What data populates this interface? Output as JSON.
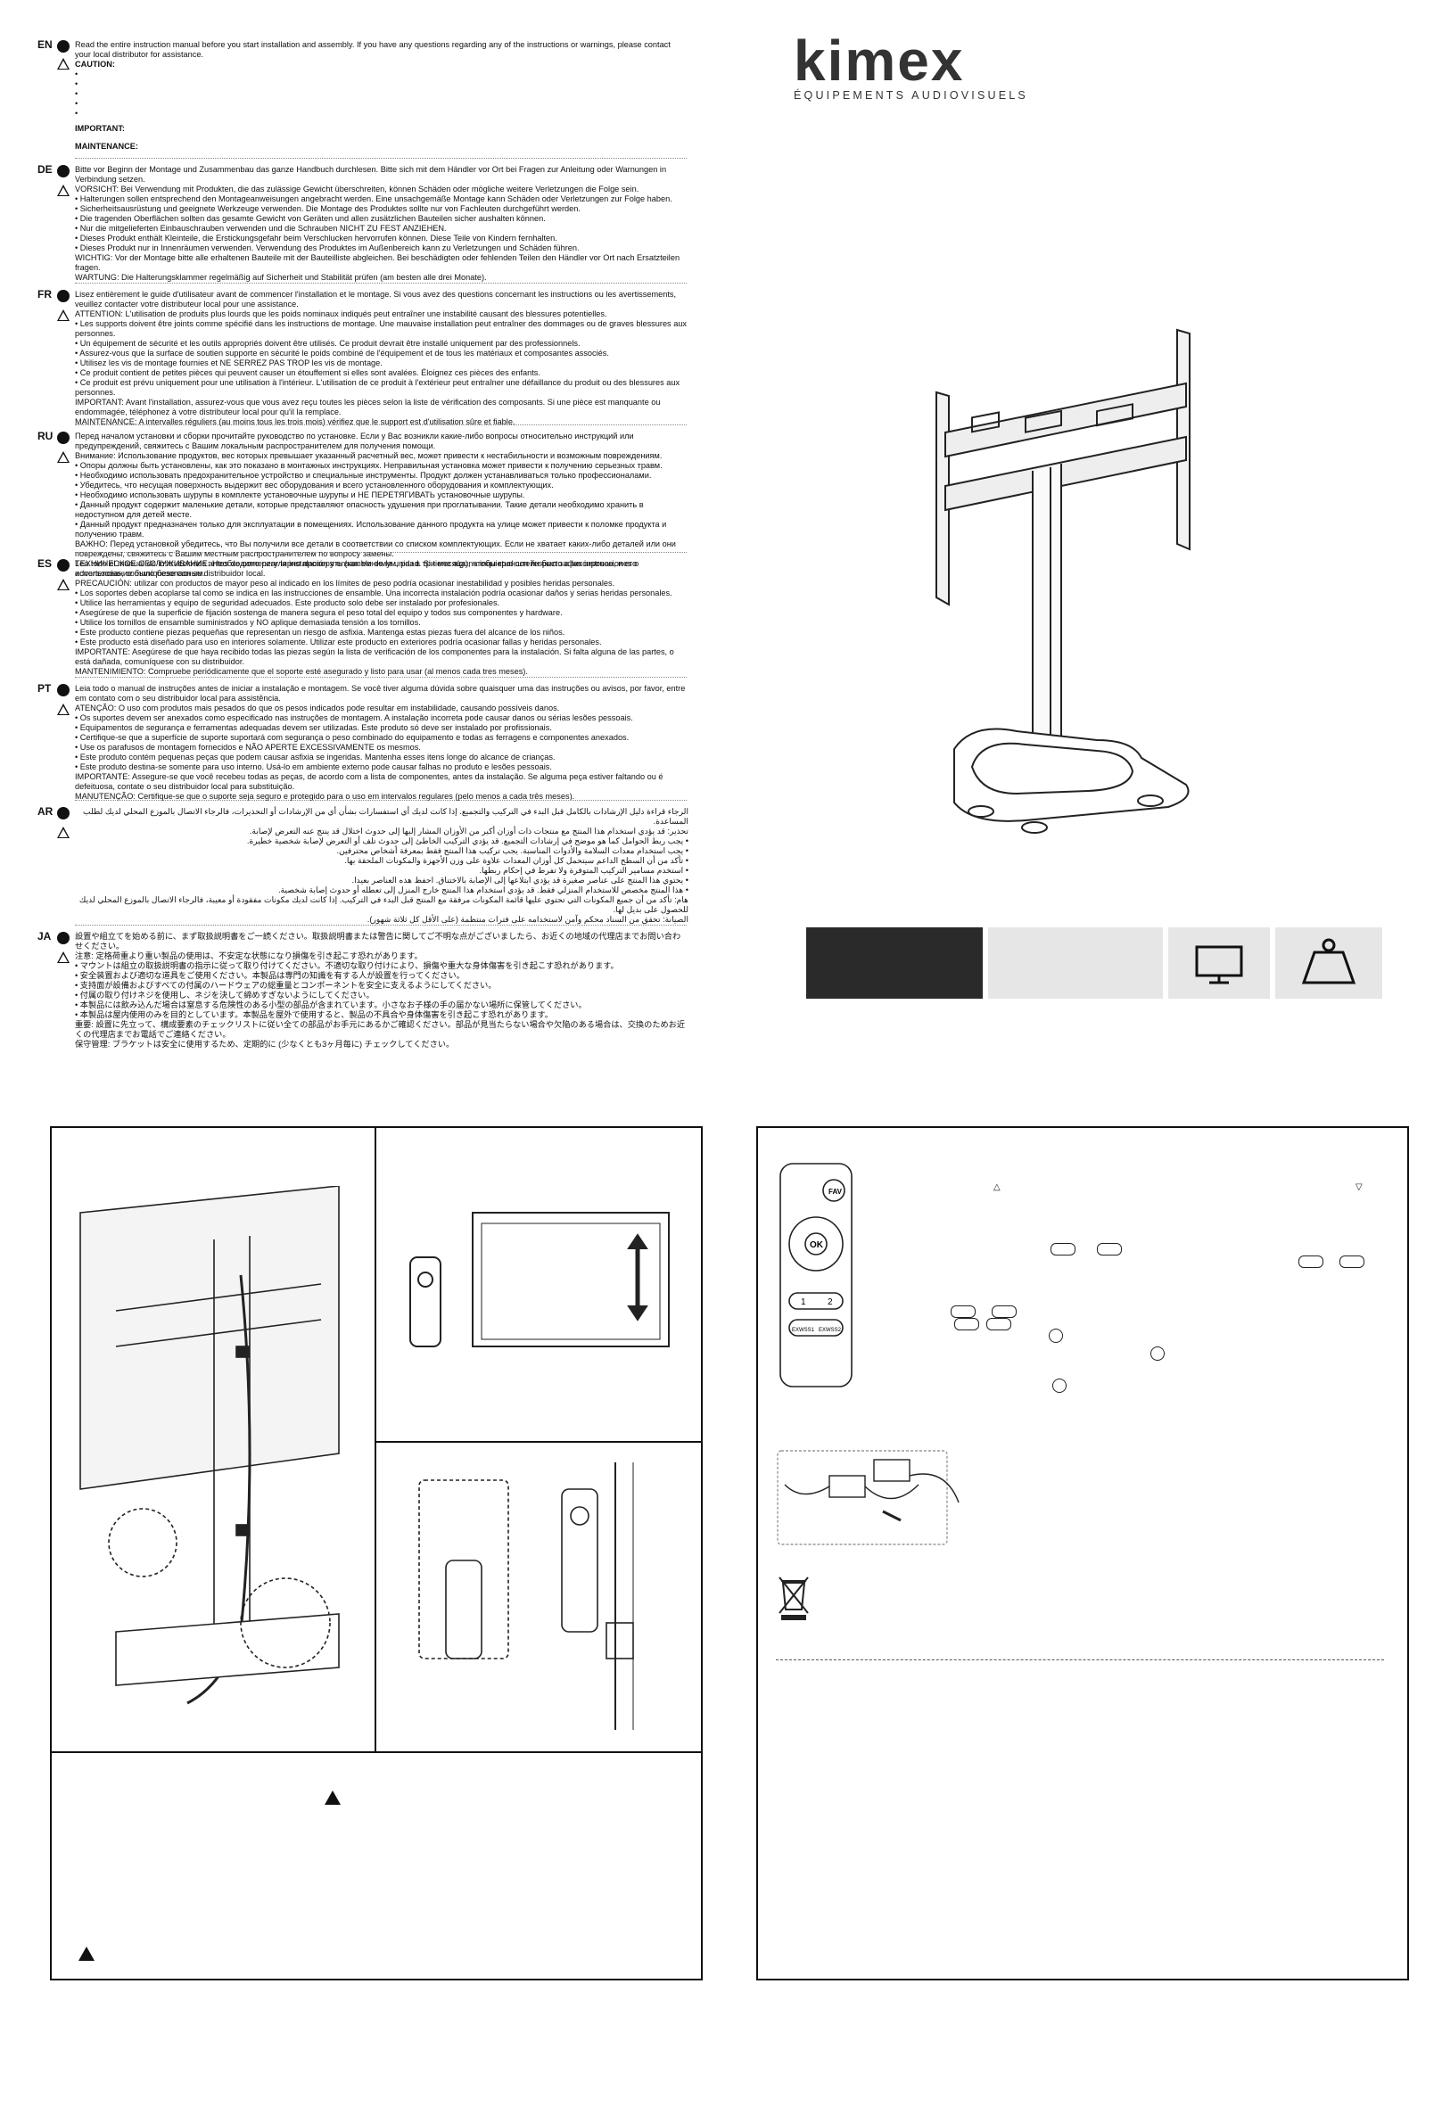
{
  "brand": {
    "name": "kimex",
    "tagline": "ÉQUIPEMENTS AUDIOVISUELS",
    "color": "#333333"
  },
  "sections": [
    {
      "code": "EN",
      "lines": [
        "Read the entire instruction manual before you start installation and assembly. If you have any questions regarding any of the instructions or warnings, please contact your local distributor for assistance.",
        "CAUTION:",
        "•",
        "•",
        "•",
        "•",
        "•",
        "IMPORTANT:",
        "MAINTENANCE:"
      ]
    },
    {
      "code": "DE",
      "lines": [
        "Bitte vor Beginn der Montage und Zusammenbau das ganze Handbuch durchlesen. Bitte sich mit dem Händler vor Ort bei Fragen zur Anleitung oder Warnungen in Verbindung setzen.",
        "VORSICHT: Bei Verwendung mit Produkten, die das zulässige Gewicht überschreiten, können Schäden oder mögliche weitere Verletzungen die Folge sein.",
        "• Halterungen sollen entsprechend den Montageanweisungen angebracht werden. Eine unsachgemäße Montage kann Schäden oder Verletzungen zur Folge haben.",
        "• Sicherheitsausrüstung und geeignete Werkzeuge verwenden. Die Montage des Produktes sollte nur von Fachleuten durchgeführt werden.",
        "• Die tragenden Oberflächen sollten das gesamte Gewicht von Geräten und allen zusätzlichen Bauteilen sicher aushalten können.",
        "• Nur die mitgelieferten Einbauschrauben verwenden und die Schrauben NICHT ZU FEST ANZIEHEN.",
        "• Dieses Produkt enthält Kleinteile, die Erstickungsgefahr beim Verschlucken hervorrufen können. Diese Teile von Kindern fernhalten.",
        "• Dieses Produkt nur in Innenräumen verwenden. Verwendung des Produktes im Außenbereich kann zu Verletzungen und Schäden führen.",
        "WICHTIG: Vor der Montage bitte alle erhaltenen Bauteile mit der Bauteilliste abgleichen. Bei beschädigten oder fehlenden Teilen den Händler vor Ort nach Ersatzteilen fragen.",
        "WARTUNG: Die Halterungsklammer regelmäßig auf Sicherheit und Stabilität prüfen (am besten alle drei Monate)."
      ]
    },
    {
      "code": "FR",
      "lines": [
        "Lisez entièrement le guide d'utilisateur avant de commencer l'installation et le montage. Si vous avez des questions concernant les instructions ou les avertissements, veuillez contacter votre distributeur local pour une assistance.",
        "ATTENTION: L'utilisation de produits plus lourds que les poids nominaux indiqués peut entraîner une instabilité causant des blessures potentielles.",
        "• Les supports doivent être joints comme spécifié dans les instructions de montage. Une mauvaise installation peut entraîner des dommages ou de graves blessures aux personnes.",
        "• Un équipement de sécurité et les outils appropriés doivent être utilisés. Ce produit devrait être installé uniquement par des professionnels.",
        "• Assurez-vous que la surface de soutien supporte en sécurité le poids combiné de l'équipement et de tous les matériaux et composantes associés.",
        "• Utilisez les vis de montage fournies et NE SERREZ PAS TROP les vis de montage.",
        "• Ce produit contient de petites pièces qui peuvent causer un étouffement si elles sont avalées. Éloignez ces pièces des enfants.",
        "• Ce produit est prévu uniquement pour une utilisation à l'intérieur. L'utilisation de ce produit à l'extérieur peut entraîner une défaillance du produit ou des blessures aux personnes.",
        "IMPORTANT: Avant l'installation, assurez-vous que vous avez reçu toutes les pièces selon la liste de vérification des composants. Si une pièce est manquante ou endommagée, téléphonez à votre distributeur local pour qu'il la remplace.",
        "MAINTENANCE: A intervalles réguliers (au moins tous les trois mois) vérifiez que le support est d'utilisation sûre et fiable."
      ]
    },
    {
      "code": "RU",
      "lines": [
        "Перед началом установки и сборки прочитайте руководство по установке. Если у Вас возникли какие-либо вопросы относительно инструкций или предупреждений, свяжитесь с Вашим локальным распространителем для получения помощи.",
        "Внимание: Использование продуктов, вес которых превышает указанный расчетный вес, может привести к нестабильности и возможным повреждениям.",
        "• Опоры должны быть установлены, как это показано в монтажных инструкциях. Неправильная установка может привести к получению серьезных травм.",
        "• Необходимо использовать предохранительное устройство и специальные инструменты. Продукт должен устанавливаться только профессионалами.",
        "• Убедитесь, что несущая поверхность выдержит вес оборудования и всего установленного оборудования и комплектующих.",
        "• Необходимо использовать шурупы в комплекте установочные шурупы и НЕ ПЕРЕТЯГИВАТЬ установочные шурупы.",
        "• Данный продукт содержит маленькие детали, которые представляют опасность удушения при проглатывании. Такие детали необходимо хранить в недоступном для детей месте.",
        "• Данный продукт предназначен только для эксплуатации в помещениях. Использование данного продукта на улице может привести к поломке продукта и получению травм.",
        "ВАЖНО: Перед установкой убедитесь, что Вы получили все детали в соответствии со списком комплектующих. Если не хватает каких-либо деталей или они повреждены, свяжитесь с Вашим местным распространителем по вопросу замены.",
        "ТЕХНИЧЕСКОЕ ОБСЛУЖИВАНИЕ: Необходимо регулярно проверять (как минимум, раз в три месяца), чтобы кронштейн был зафиксирован, и его использование было безопасным."
      ]
    },
    {
      "code": "ES",
      "lines": [
        "Lea todo el manual de instrucciones antes de comenzar la instalación y ensamble de la unidad. Si tiene alguna inquietud con respecto a las instrucciones o advertencias, comuníquese con su distribuidor local.",
        "PRECAUCIÓN: utilizar con productos de mayor peso al indicado en los límites de peso podría ocasionar inestabilidad y posibles heridas personales.",
        "• Los soportes deben acoplarse tal como se indica en las instrucciones de ensamble. Una incorrecta instalación podría ocasionar daños y serias heridas personales.",
        "• Utilice las herramientas y equipo de seguridad adecuados. Este producto solo debe ser instalado por profesionales.",
        "• Asegúrese de que la superficie de fijación sostenga de manera segura el peso total del equipo y todos sus componentes y hardware.",
        "• Utilice los tornillos de ensamble suministrados y NO aplique demasiada tensión a los tornillos.",
        "• Este producto contiene piezas pequeñas que representan un riesgo de asfixia. Mantenga estas piezas fuera del alcance de los niños.",
        "• Este producto está diseñado para uso en interiores solamente. Utilizar este producto en exteriores podría ocasionar fallas y heridas personales.",
        "IMPORTANTE: Asegúrese de que haya recibido todas las piezas según la lista de verificación de los componentes para la instalación. Si falta alguna de las partes, o está dañada, comuníquese con su distribuidor.",
        "MANTENIMIENTO: Compruebe periódicamente que el soporte esté asegurado y listo para usar (al menos cada tres meses)."
      ]
    },
    {
      "code": "PT",
      "lines": [
        "Leia todo o manual de instruções antes de iniciar a instalação e montagem. Se você tiver alguma dúvida sobre quaisquer uma das instruções ou avisos, por favor, entre em contato com o seu distribuidor local para assistência.",
        "ATENÇÃO: O uso com produtos mais pesados do que os pesos indicados pode resultar em instabilidade, causando possíveis danos.",
        "• Os suportes devem ser anexados como especificado nas instruções de montagem. A instalação incorreta pode causar danos ou sérias lesões pessoais.",
        "• Equipamentos de segurança e ferramentas adequadas devem ser utilizadas. Este produto só deve ser instalado por profissionais.",
        "• Certifique-se que a superfície de suporte suportará com segurança o peso combinado do equipamento e todas as ferragens e componentes anexados.",
        "• Use os parafusos de montagem fornecidos e NÃO APERTE EXCESSIVAMENTE os mesmos.",
        "• Este produto contém pequenas peças que podem causar asfixia se ingeridas. Mantenha esses itens longe do alcance de crianças.",
        "• Este produto destina-se somente para uso interno. Usá-lo em ambiente externo pode causar falhas no produto e lesões pessoais.",
        "IMPORTANTE: Assegure-se que você recebeu todas as peças, de acordo com a lista de componentes, antes da instalação. Se alguma peça estiver faltando ou é defeituosa, contate o seu distribuidor local para substituição.",
        "MANUTENÇÃO: Certifique-se que o suporte seja seguro e protegido para o uso em intervalos regulares (pelo menos a cada três meses)."
      ]
    },
    {
      "code": "AR",
      "lines": [
        "الرجاء قراءة دليل الإرشادات بالكامل قبل البدء في التركيب والتجميع. إذا كانت لديك أي استفسارات بشأن أي من الإرشادات أو التحذيرات، فالرجاء الاتصال بالموزع المحلي لديك لطلب المساعدة.",
        "تحذير: قد يؤدي استخدام هذا المنتج مع منتجات ذات أوزان أكبر من الأوزان المشار إليها إلى حدوث اختلال قد ينتج عنه التعرض لإصابة.",
        "• يجب ربط الحوامل كما هو موضح في إرشادات التجميع. قد يؤدي التركيب الخاطئ إلى حدوث تلف أو التعرض لإصابة شخصية خطيرة.",
        "• يجب استخدام معدات السلامة والأدوات المناسبة. يجب تركيب هذا المنتج فقط بمعرفة أشخاص محترفين.",
        "• تأكد من أن السطح الداعم سيتحمل كل أوزان المعدات علاوة على وزن الأجهزة والمكونات الملحقة بها.",
        "• استخدم مسامير التركيب المتوفرة ولا تفرط في إحكام ربطها.",
        "• يحتوي هذا المنتج على عناصر صغيرة قد يؤدي ابتلاعها إلى الإصابة بالاختناق. احفظ هذه العناصر بعيدا.",
        "• هذا المنتج مخصص للاستخدام المنزلي فقط. قد يؤدي استخدام هذا المنتج خارج المنزل إلى تعطله أو حدوث إصابة شخصية.",
        "هام: تأكد من أن جميع المكونات التي تحتوي عليها قائمة المكونات مرفقة مع المنتج قبل البدء في التركيب. إذا كانت لديك مكونات مفقودة أو معيبة، فالرجاء الاتصال بالموزع المحلي لديك للحصول على بديل لها.",
        "الصيانة: تحقق من السناد محكم وآمن لاستخدامه على فترات منتظمة (على الأقل كل ثلاثة شهور)."
      ]
    },
    {
      "code": "JA",
      "lines": [
        "設置や組立てを始める前に、まず取扱説明書をご一読ください。取扱説明書または警告に関してご不明な点がございましたら、お近くの地域の代理店までお問い合わせください。",
        "注意: 定格荷重より重い製品の使用は、不安定な状態になり損傷を引き起こす恐れがあります。",
        "• マウントは組立の取扱説明書の指示に従って取り付けてください。不適切な取り付けにより、損傷や重大な身体傷害を引き起こす恐れがあります。",
        "• 安全装置および適切な道具をご使用ください。本製品は専門の知識を有する人が設置を行ってください。",
        "• 支持面が設備およびすべての付属のハードウェアの総重量とコンポーネントを安全に支えるようにしてください。",
        "• 付属の取り付けネジを使用し、ネジを決して締めすぎないようにしてください。",
        "• 本製品には飲み込んだ場合は窒息する危険性のある小型の部品が含まれています。小さなお子様の手の届かない場所に保管してください。",
        "• 本製品は屋内使用のみを目的としています。本製品を屋外で使用すると、製品の不具合や身体傷害を引き起こす恐れがあります。",
        "重要: 設置に先立って、構成要素のチェックリストに従い全ての部品がお手元にあるかご確認ください。部品が見当たらない場合や欠陥のある場合は、交換のためお近くの代理店までお電話でご連絡ください。",
        "保守管理: ブラケットは安全に使用するため、定期的に (少なくとも3ヶ月毎に) チェックしてください。"
      ]
    }
  ],
  "icon_bar": {
    "tv_icon": "tv-icon",
    "weight_icon": "weight-icon",
    "dark_box_color": "#2a2a2a",
    "light_box_color": "#e6e6e6"
  },
  "remote": {
    "key_fav": "FAV",
    "key_ok": "OK",
    "key_1": "1",
    "key_2": "2",
    "key_ex1": "EXWSS1",
    "key_ex2": "EXWSS2"
  }
}
